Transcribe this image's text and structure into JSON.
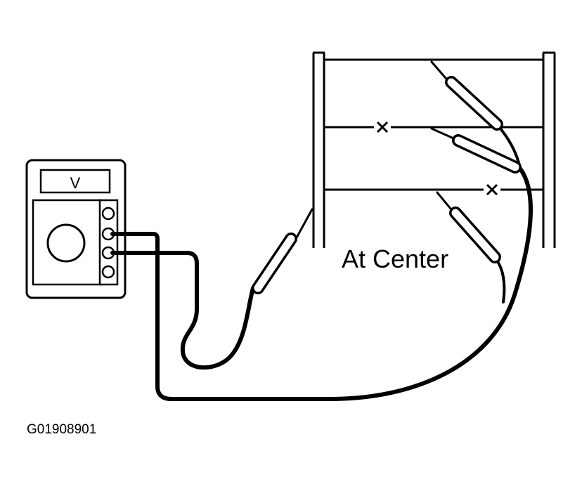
{
  "meter": {
    "display_text": "V"
  },
  "labels": {
    "location": "At Center",
    "figure_code": "G01908901"
  },
  "colors": {
    "ink": "#000000",
    "background": "#ffffff"
  }
}
